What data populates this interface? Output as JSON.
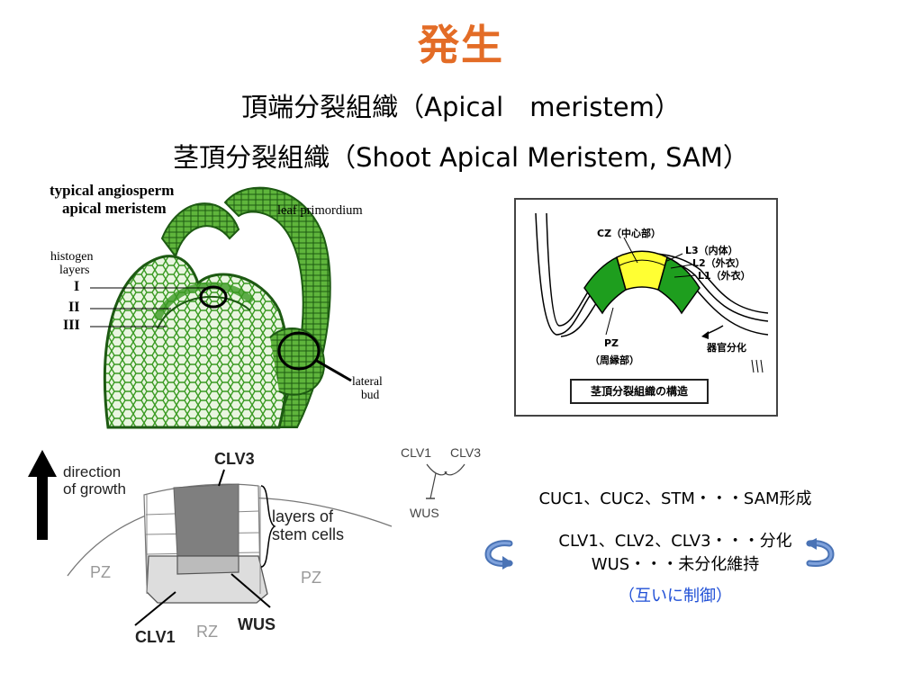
{
  "title": "発生",
  "subtitle_1": "頂端分裂組織（Apical　meristem）",
  "subtitle_2": "茎頂分裂組織（Shoot Apical Meristem, SAM）",
  "figure_left": {
    "label_typical": "typical angiosperm",
    "label_apical": "apical meristem",
    "label_leaf": "leaf primordium",
    "label_histogen_1": "histogen",
    "label_histogen_2": "layers",
    "layer_I": "I",
    "layer_II": "II",
    "layer_III": "III",
    "label_lateral_1": "lateral",
    "label_lateral_2": "bud",
    "colors": {
      "cell_green": "#3a9a22",
      "outline_dark": "#1d5a12"
    }
  },
  "figure_sam": {
    "cz": "CZ（中心部）",
    "l3": "L3（内体）",
    "l2": "L2（外衣）",
    "l1": "L1（外衣）",
    "pz": "PZ",
    "pz_sub": "（周縁部）",
    "organ": "器官分化",
    "caption": "茎頂分裂組織の構造",
    "colors": {
      "cz": "#ffff33",
      "pz": "#1e9e1e"
    }
  },
  "figure_bottom": {
    "clv3": "CLV3",
    "direction_1": "direction",
    "direction_2": "of growth",
    "layers_1": "layers of",
    "layers_2": "stem cells",
    "pz_left": "PZ",
    "pz_right": "PZ",
    "rz": "RZ",
    "clv1": "CLV1",
    "wus": "WUS"
  },
  "figure_pathway": {
    "clv1": "CLV1",
    "clv3": "CLV3",
    "wus": "WUS"
  },
  "notes": {
    "line1": "CUC1、CUC2、STM・・・SAM形成",
    "line2": "CLV1、CLV2、CLV3・・・分化",
    "line3": "WUS・・・未分化維持",
    "line4": "（互いに制御）",
    "colors": {
      "arrow": "#4a73b5",
      "note_blue": "#1f4fd6"
    }
  }
}
